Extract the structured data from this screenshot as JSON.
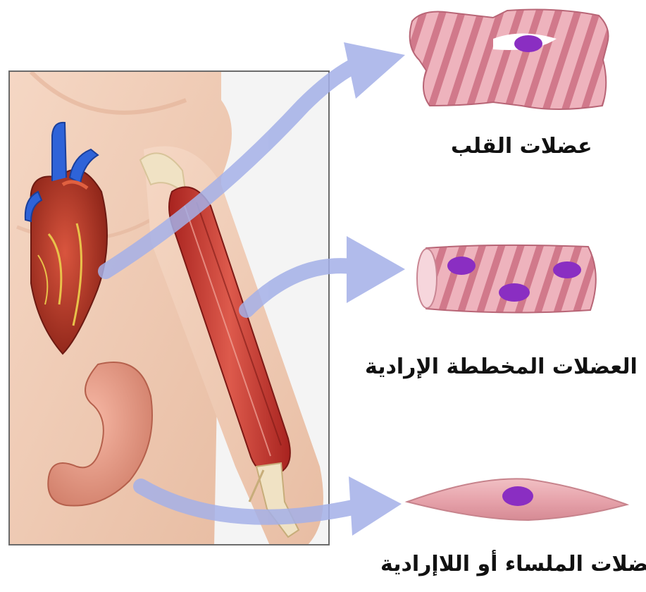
{
  "labels": {
    "cardiac": "عضلات القلب",
    "skeletal": "العضلات المخططة الإرادية",
    "smooth": "العضلات الملساء  أو اللاإرادية"
  },
  "colors": {
    "arrow": "#a4b0e8",
    "fiber_pink": "#e8a2ae",
    "stripe": "#c96a7e",
    "nucleus": "#8a2ec2",
    "muscle_red": "#c9403a",
    "skin": "#f0cdb6",
    "stomach": "#e99a86",
    "heart": "#b43a2c",
    "vessel_blue": "#2e63d8"
  }
}
